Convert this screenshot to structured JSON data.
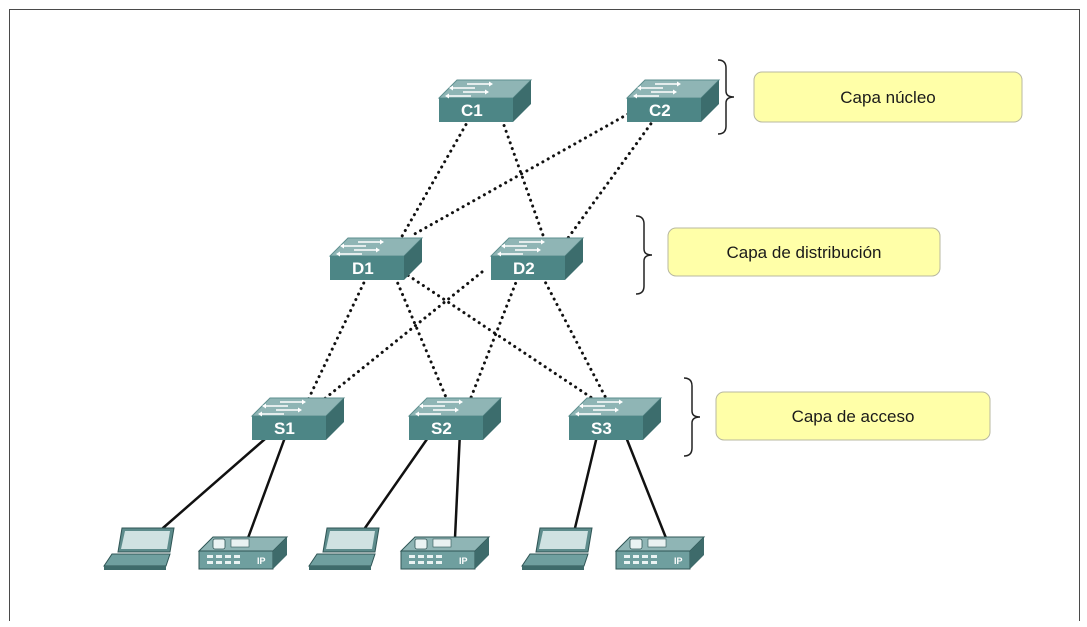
{
  "switches": [
    {
      "id": "C1",
      "label": "C1",
      "layer": "core"
    },
    {
      "id": "C2",
      "label": "C2",
      "layer": "core"
    },
    {
      "id": "D1",
      "label": "D1",
      "layer": "distribution"
    },
    {
      "id": "D2",
      "label": "D2",
      "layer": "distribution"
    },
    {
      "id": "S1",
      "label": "S1",
      "layer": "access"
    },
    {
      "id": "S2",
      "label": "S2",
      "layer": "access"
    },
    {
      "id": "S3",
      "label": "S3",
      "layer": "access"
    }
  ],
  "links": [
    {
      "from": "C1",
      "to": "D1",
      "style": "dotted"
    },
    {
      "from": "C1",
      "to": "D2",
      "style": "dotted"
    },
    {
      "from": "C2",
      "to": "D1",
      "style": "dotted"
    },
    {
      "from": "C2",
      "to": "D2",
      "style": "dotted"
    },
    {
      "from": "D1",
      "to": "S1",
      "style": "dotted"
    },
    {
      "from": "D1",
      "to": "S2",
      "style": "dotted"
    },
    {
      "from": "D1",
      "to": "S3",
      "style": "dotted"
    },
    {
      "from": "D2",
      "to": "S1",
      "style": "dotted"
    },
    {
      "from": "D2",
      "to": "S2",
      "style": "dotted"
    },
    {
      "from": "D2",
      "to": "S3",
      "style": "dotted"
    },
    {
      "from": "S1",
      "to": "laptop-1",
      "style": "solid"
    },
    {
      "from": "S1",
      "to": "ip-phone-1",
      "style": "solid"
    },
    {
      "from": "S2",
      "to": "laptop-2",
      "style": "solid"
    },
    {
      "from": "S2",
      "to": "ip-phone-2",
      "style": "solid"
    },
    {
      "from": "S3",
      "to": "laptop-3",
      "style": "solid"
    },
    {
      "from": "S3",
      "to": "ip-phone-3",
      "style": "solid"
    }
  ],
  "end_devices": [
    {
      "id": "laptop-1",
      "type": "laptop-icon"
    },
    {
      "id": "ip-phone-1",
      "type": "ip-phone-icon",
      "badge": "IP"
    },
    {
      "id": "laptop-2",
      "type": "laptop-icon"
    },
    {
      "id": "ip-phone-2",
      "type": "ip-phone-icon",
      "badge": "IP"
    },
    {
      "id": "laptop-3",
      "type": "laptop-icon"
    },
    {
      "id": "ip-phone-3",
      "type": "ip-phone-icon",
      "badge": "IP"
    }
  ],
  "layers": [
    {
      "id": "core",
      "label": "Capa núcleo"
    },
    {
      "id": "distribution",
      "label": "Capa de distribución"
    },
    {
      "id": "access",
      "label": "Capa de acceso"
    }
  ],
  "colors": {
    "switch_top": "#8fb5b5",
    "switch_front": "#4d8686",
    "switch_side": "#3c6d6d",
    "device": "#6f9f9f",
    "label_box": "#ffffa8",
    "label_border": "#b8b8a0"
  }
}
